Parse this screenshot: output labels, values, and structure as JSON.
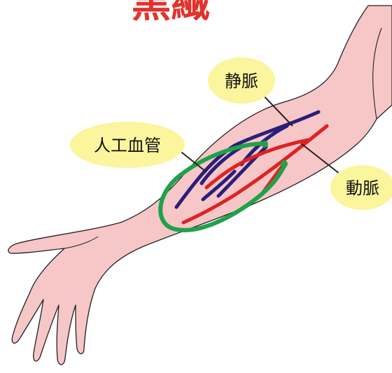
{
  "title": "黒繊",
  "labels": {
    "vein": "静脈",
    "artificial_vessel": "人工血管",
    "artery": "動脈"
  },
  "colors": {
    "title": "#e3322b",
    "skin": "#f7c6c6",
    "skin_outline": "#222222",
    "vein": "#2a1f7a",
    "artery": "#dd2323",
    "graft": "#1fa24a",
    "label_bubble": "#fbf59d"
  }
}
